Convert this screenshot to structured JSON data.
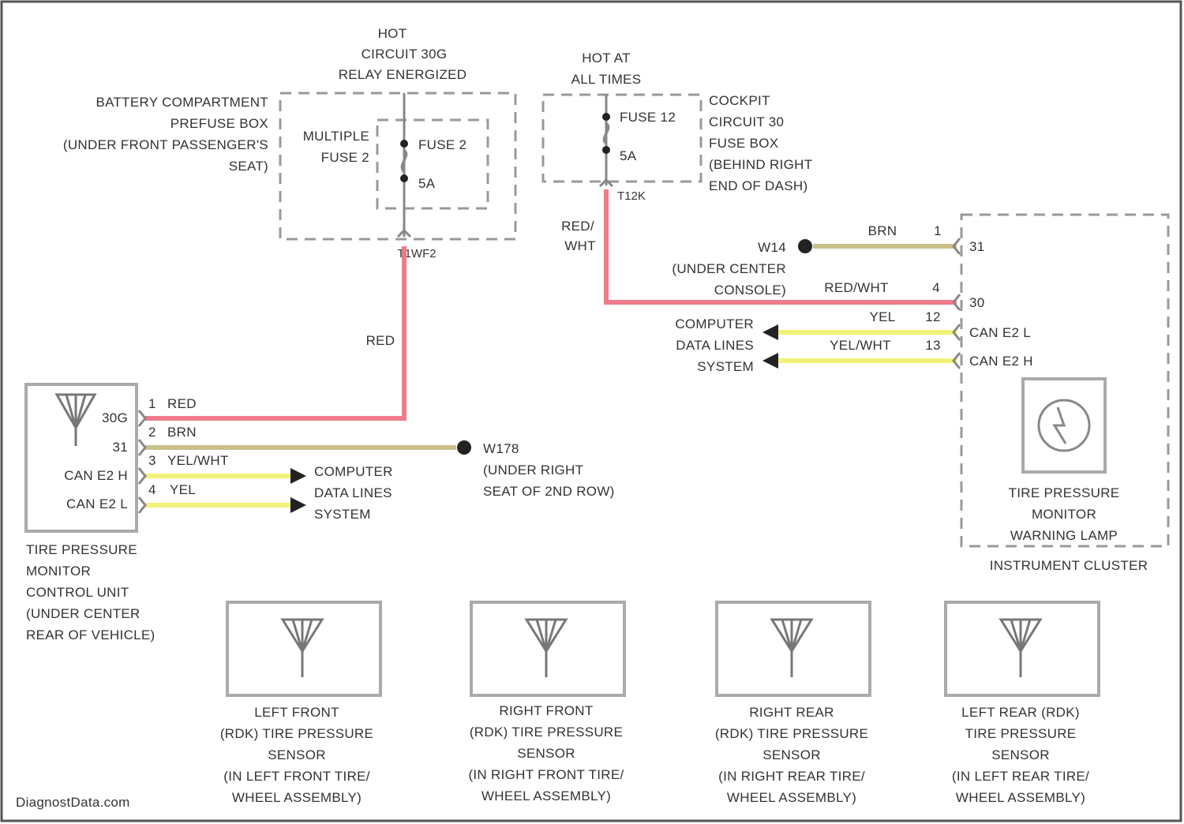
{
  "power_hot_relay": [
    "HOT",
    "CIRCUIT 30G",
    "RELAY ENERGIZED"
  ],
  "power_hot_always": [
    "HOT AT",
    "ALL TIMES"
  ],
  "prefuse_box_label": [
    "BATTERY COMPARTMENT",
    "PREFUSE BOX",
    "(UNDER FRONT PASSENGER'S",
    "SEAT)"
  ],
  "multiple_fuse": [
    "MULTIPLE",
    "FUSE 2"
  ],
  "fuse2": {
    "name": "FUSE 2",
    "rating": "5A",
    "connector": "T1WF2"
  },
  "fuse12": {
    "name": "FUSE 12",
    "rating": "5A",
    "connector": "T12K"
  },
  "cockpit_fuse_label": [
    "COCKPIT",
    "CIRCUIT 30",
    "FUSE BOX",
    "(BEHIND RIGHT",
    "END OF DASH)"
  ],
  "wire_red": "RED",
  "wire_red_wht": [
    "RED/",
    "WHT"
  ],
  "ground_w14": "W14",
  "ground_w14_loc": [
    "(UNDER CENTER",
    "CONSOLE)"
  ],
  "cluster_pins": [
    {
      "color": "BRN",
      "pin": "1",
      "terminal": "31"
    },
    {
      "color": "RED/WHT",
      "pin": "4",
      "terminal": "30"
    },
    {
      "color": "YEL",
      "pin": "12",
      "terminal": "CAN E2 L"
    },
    {
      "color": "YEL/WHT",
      "pin": "13",
      "terminal": "CAN E2 H"
    }
  ],
  "data_lines_label": [
    "COMPUTER",
    "DATA LINES",
    "SYSTEM"
  ],
  "cluster_lamp_label": [
    "TIRE PRESSURE",
    "MONITOR",
    "WARNING LAMP"
  ],
  "cluster_label": "INSTRUMENT CLUSTER",
  "control_unit_terminals": [
    "30G",
    "31",
    "CAN E2 H",
    "CAN E2 L"
  ],
  "control_unit_pins": [
    {
      "pin": "1",
      "color": "RED"
    },
    {
      "pin": "2",
      "color": "BRN"
    },
    {
      "pin": "3",
      "color": "YEL/WHT"
    },
    {
      "pin": "4",
      "color": "YEL"
    }
  ],
  "ground_w178": "W178",
  "ground_w178_loc": [
    "(UNDER RIGHT",
    "SEAT OF 2ND ROW)"
  ],
  "control_unit_label": [
    "TIRE PRESSURE",
    "MONITOR",
    "CONTROL UNIT",
    "(UNDER CENTER",
    "REAR OF VEHICLE)"
  ],
  "sensors": [
    [
      "LEFT FRONT",
      "(RDK) TIRE PRESSURE",
      "SENSOR",
      "(IN LEFT FRONT TIRE/",
      "WHEEL ASSEMBLY)"
    ],
    [
      "RIGHT FRONT",
      "(RDK) TIRE PRESSURE",
      "SENSOR",
      "(IN RIGHT FRONT TIRE/",
      "WHEEL ASSEMBLY)"
    ],
    [
      "RIGHT REAR",
      "(RDK) TIRE PRESSURE",
      "SENSOR",
      "(IN RIGHT REAR TIRE/",
      "WHEEL ASSEMBLY)"
    ],
    [
      "LEFT REAR (RDK)",
      "TIRE PRESSURE",
      "SENSOR",
      "(IN LEFT REAR TIRE/",
      "WHEEL ASSEMBLY)"
    ]
  ],
  "watermark": "DiagnostData.com",
  "colors": {
    "red_wire": "#f07b8a",
    "yellow_wire": "#f2f27a",
    "brown_wire": "#c9c08a",
    "dashed_box": "#999999"
  }
}
